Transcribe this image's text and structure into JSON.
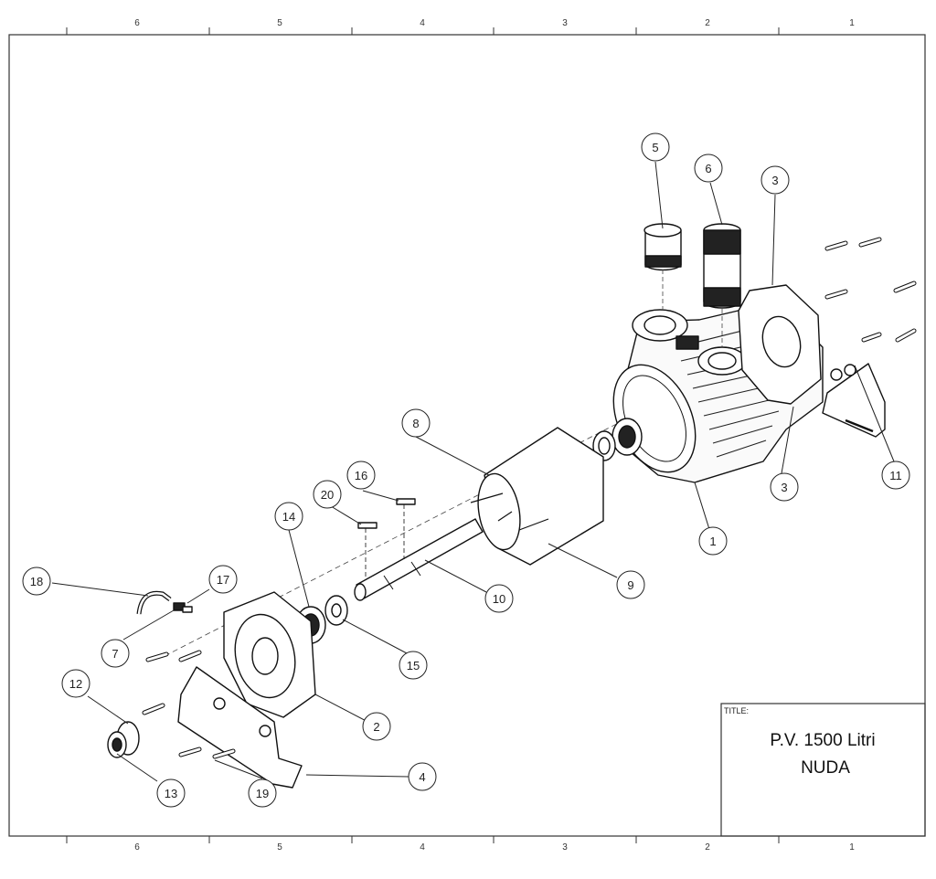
{
  "drawing": {
    "zones_top": [
      "6",
      "5",
      "4",
      "3",
      "2",
      "1"
    ],
    "zones_bottom": [
      "6",
      "5",
      "4",
      "3",
      "2",
      "1"
    ],
    "title_label": "TITLE:",
    "title_line1": "P.V. 1500 Litri",
    "title_line2": "NUDA"
  },
  "balloons": [
    "1",
    "2",
    "3",
    "3",
    "4",
    "5",
    "6",
    "7",
    "8",
    "9",
    "10",
    "11",
    "12",
    "13",
    "14",
    "15",
    "16",
    "17",
    "18",
    "19",
    "20"
  ]
}
